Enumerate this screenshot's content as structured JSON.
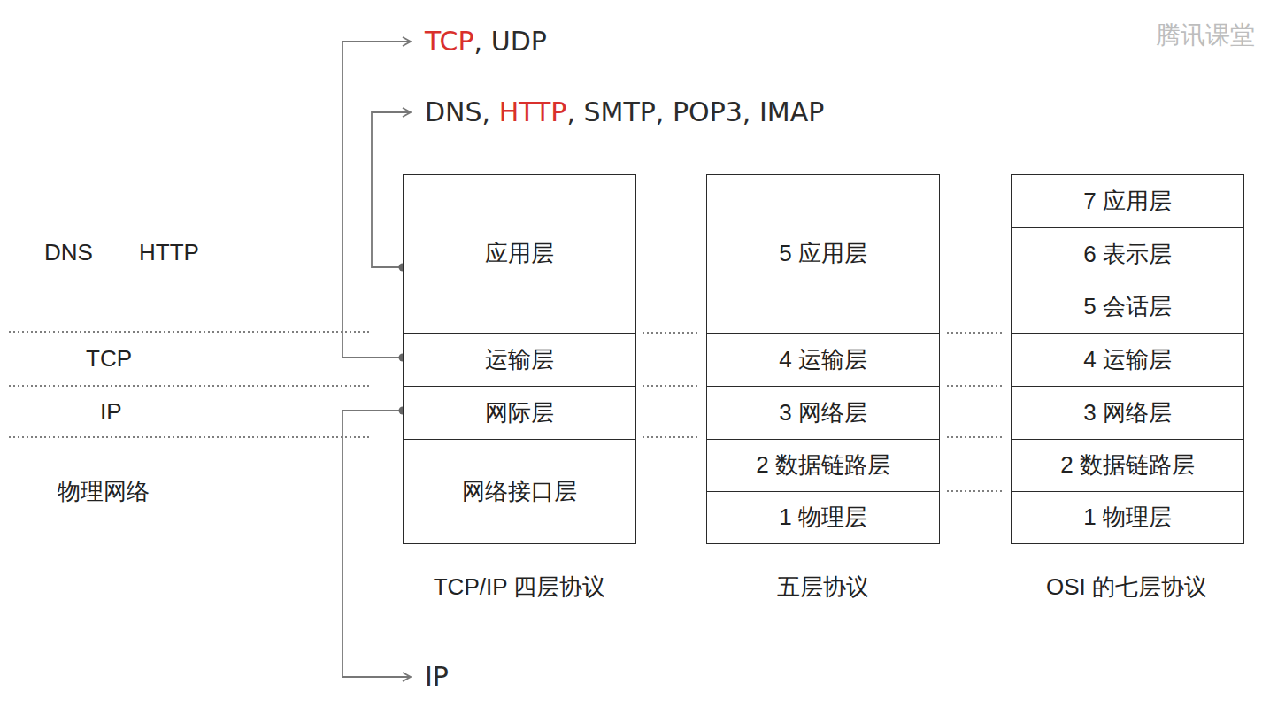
{
  "diagram": {
    "nodes": [
      {
        "text": [
          "应用层"
        ]
      },
      {
        "text": [
          "运输层"
        ]
      },
      {
        "text": [
          "网际层"
        ]
      },
      {
        "text": [
          "网络接口层"
        ]
      },
      {
        "text": [
          "5 应用层"
        ]
      },
      {
        "text": [
          "4 运输层"
        ]
      },
      {
        "text": [
          "3 网络层"
        ]
      },
      {
        "text": [
          "2 数据链路层"
        ]
      },
      {
        "text": [
          "1 物理层"
        ]
      },
      {
        "text": [
          "7 应用层"
        ]
      },
      {
        "text": [
          "6 表示层"
        ]
      },
      {
        "text": [
          "5 会话层"
        ]
      },
      {
        "text": [
          "4 运输层"
        ]
      },
      {
        "text": [
          "3 网络层"
        ]
      },
      {
        "text": [
          "2 数据链路层"
        ]
      },
      {
        "text": [
          "1 物理层"
        ]
      }
    ],
    "labels": [
      "TCP",
      ", UDP",
      "DNS, ",
      "HTTP",
      ", SMTP, POP3, IMAP",
      "DNS",
      "HTTP",
      "TCP",
      "IP",
      "物理网络",
      "TCP/IP 四层协议",
      "五层协议",
      "OSI 的七层协议",
      "IP",
      "腾讯课堂"
    ]
  }
}
